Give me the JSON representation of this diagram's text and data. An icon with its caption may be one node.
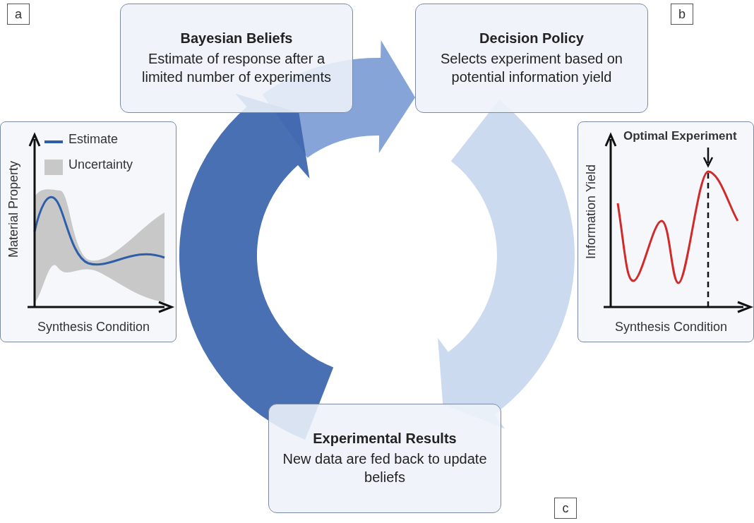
{
  "diagram": {
    "nodes": [
      {
        "text": [
          "Bayesian Beliefs",
          "Estimate of response after a limited number of experiments"
        ]
      },
      {
        "text": [
          "Decision Policy",
          "Selects experiment based on potential information yield"
        ]
      },
      {
        "text": [
          "Experimental Results",
          "New data are fed back to update beliefs"
        ]
      },
      {
        "text": [
          "Material Property",
          "Synthesis Condition"
        ]
      },
      {
        "text": [
          "Optimal Experiment",
          "Information Yield",
          "Synthesis Condition"
        ]
      }
    ],
    "edges": [
      {
        "from": 0,
        "to": 1,
        "arrow": "to",
        "color": "#7f9fd6"
      },
      {
        "from": 1,
        "to": 2,
        "arrow": "to",
        "color": "#c9d8ee"
      },
      {
        "from": 2,
        "to": 0,
        "arrow": "to",
        "color": "#4068b0"
      }
    ],
    "labels": [
      "a",
      "b",
      "c"
    ],
    "legend": [
      {
        "text": "Estimate"
      },
      {
        "text": "Uncertainty",
        "color": "#c8c8c8"
      }
    ]
  }
}
